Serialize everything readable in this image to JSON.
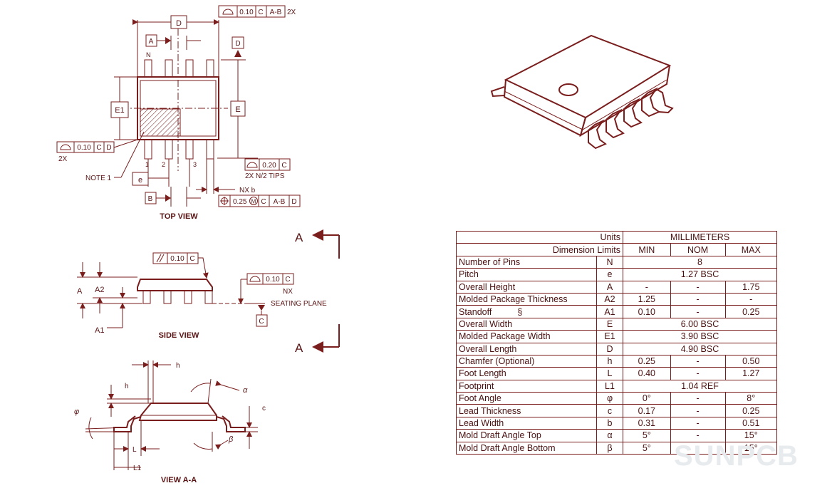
{
  "top_view": {
    "title": "TOP VIEW",
    "dim_D": "D",
    "dim_E": "E",
    "dim_E1": "E1",
    "datum_A": "A",
    "datum_B": "B",
    "datum_D": "D",
    "pin_N": "N",
    "pin_1": "1",
    "pin_2": "2",
    "pin_3": "3",
    "note": "NOTE 1",
    "dim_e": "e",
    "dim_nxb": "NX b",
    "fcf_top": {
      "tol": "0.10",
      "ref1": "C",
      "ref2": "A-B",
      "mult": "2X"
    },
    "fcf_left": {
      "mult": "2X",
      "tol": "0.10",
      "ref1": "C",
      "ref2": "D"
    },
    "fcf_tips": {
      "tol": "0.20",
      "ref1": "C",
      "note": "2X N/2 TIPS"
    },
    "fcf_pos": {
      "tol": "0.25",
      "mod": "M",
      "ref1": "C",
      "ref2": "A-B",
      "ref3": "D"
    }
  },
  "side_view": {
    "title": "SIDE VIEW",
    "dim_A": "A",
    "dim_A2": "A2",
    "dim_A1": "A1",
    "fcf_par": {
      "tol": "0.10",
      "ref1": "C"
    },
    "fcf_flat": {
      "tol": "0.10",
      "ref1": "C",
      "note": "NX"
    },
    "seating": "SEATING PLANE",
    "datum_C": "C",
    "section_top": "A",
    "section_bottom": "A"
  },
  "view_aa": {
    "title": "VIEW A-A",
    "h_top": "h",
    "h_left": "h",
    "alpha": "α",
    "beta": "β",
    "phi": "φ",
    "c": "c",
    "L": "L",
    "L1": "L1"
  },
  "table": {
    "header1": {
      "label": "Units",
      "value": "MILLIMETERS"
    },
    "header2": {
      "label": "Dimension Limits",
      "min": "MIN",
      "nom": "NOM",
      "max": "MAX"
    },
    "rows": [
      {
        "name": "Number of Pins",
        "sym": "N",
        "merged": "8"
      },
      {
        "name": "Pitch",
        "sym": "e",
        "merged": "1.27 BSC"
      },
      {
        "name": "Overall Height",
        "sym": "A",
        "min": "-",
        "nom": "-",
        "max": "1.75"
      },
      {
        "name": "Molded Package Thickness",
        "sym": "A2",
        "min": "1.25",
        "nom": "-",
        "max": "-"
      },
      {
        "name": "Standoff",
        "mark": "§",
        "sym": "A1",
        "min": "0.10",
        "nom": "-",
        "max": "0.25"
      },
      {
        "name": "Overall Width",
        "sym": "E",
        "merged": "6.00 BSC"
      },
      {
        "name": "Molded Package Width",
        "sym": "E1",
        "merged": "3.90 BSC"
      },
      {
        "name": "Overall Length",
        "sym": "D",
        "merged": "4.90 BSC"
      },
      {
        "name": "Chamfer (Optional)",
        "sym": "h",
        "min": "0.25",
        "nom": "-",
        "max": "0.50"
      },
      {
        "name": "Foot Length",
        "sym": "L",
        "min": "0.40",
        "nom": "-",
        "max": "1.27"
      },
      {
        "name": "Footprint",
        "sym": "L1",
        "merged": "1.04 REF"
      },
      {
        "name": "Foot Angle",
        "sym": "φ",
        "min": "0°",
        "nom": "-",
        "max": "8°"
      },
      {
        "name": "Lead Thickness",
        "sym": "c",
        "min": "0.17",
        "nom": "-",
        "max": "0.25"
      },
      {
        "name": "Lead Width",
        "sym": "b",
        "min": "0.31",
        "nom": "-",
        "max": "0.51"
      },
      {
        "name": "Mold Draft Angle Top",
        "sym": "α",
        "min": "5°",
        "nom": "-",
        "max": "15°"
      },
      {
        "name": "Mold Draft Angle Bottom",
        "sym": "β",
        "min": "5°",
        "nom": "-",
        "max": "15°"
      }
    ]
  },
  "watermark": "SUNPCB"
}
